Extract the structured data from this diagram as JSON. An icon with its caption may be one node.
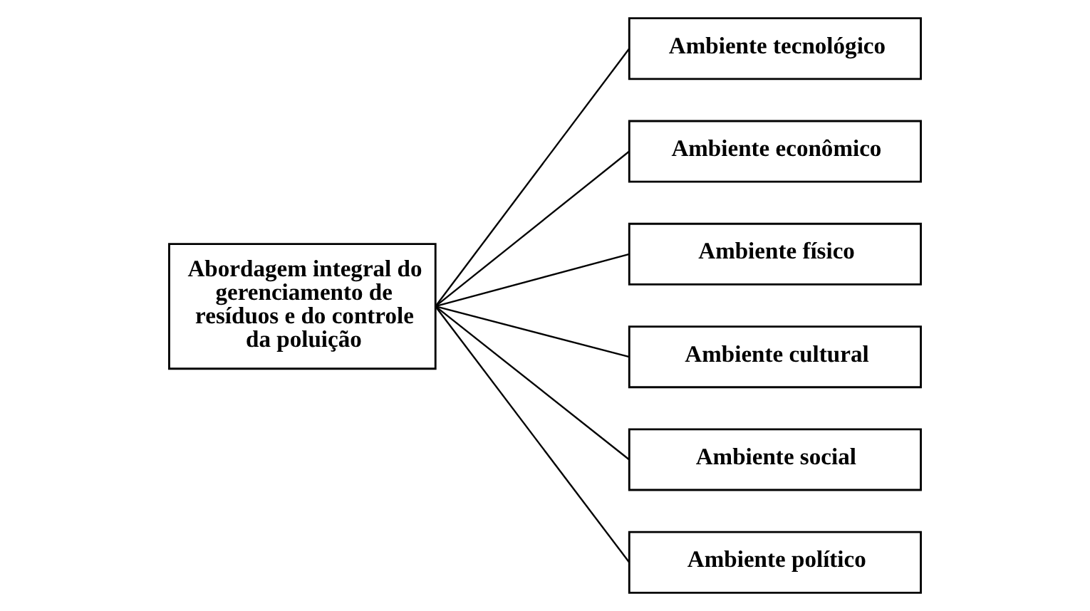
{
  "diagram": {
    "nodes": [
      {
        "text": [
          "Abordagem integral do gerenciamento de resíduos e do controle da poluição"
        ]
      },
      {
        "text": [
          "Ambiente tecnológico"
        ]
      },
      {
        "text": [
          "Ambiente econômico"
        ]
      },
      {
        "text": [
          "Ambiente físico"
        ]
      },
      {
        "text": [
          "Ambiente cultural"
        ]
      },
      {
        "text": [
          "Ambiente social"
        ]
      },
      {
        "text": [
          "Ambiente político"
        ]
      }
    ],
    "edges": [
      {
        "from": 0,
        "to": 1,
        "arrow": "none"
      },
      {
        "from": 0,
        "to": 2,
        "arrow": "none"
      },
      {
        "from": 0,
        "to": 3,
        "arrow": "none"
      },
      {
        "from": 0,
        "to": 4,
        "arrow": "none"
      },
      {
        "from": 0,
        "to": 5,
        "arrow": "none"
      },
      {
        "from": 0,
        "to": 6,
        "arrow": "none"
      }
    ]
  }
}
